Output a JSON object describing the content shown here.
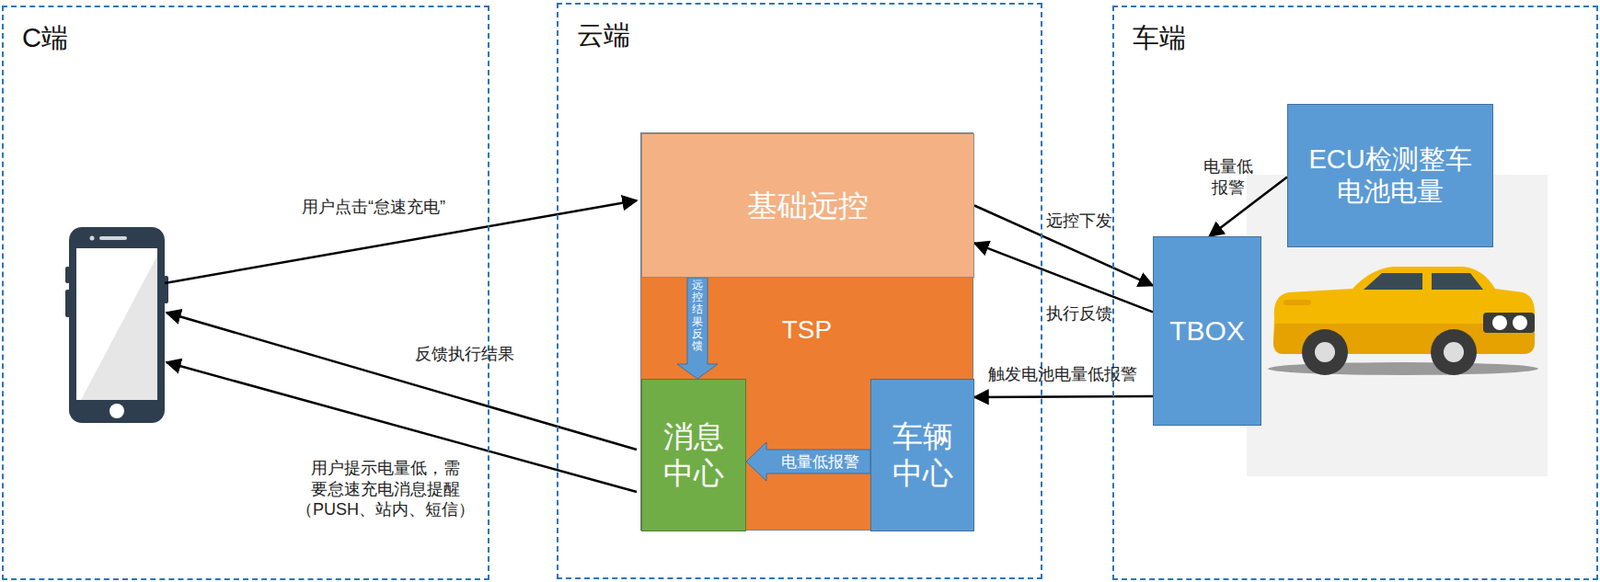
{
  "diagram": {
    "nodes": [
      {
        "text": [
          "C端"
        ]
      },
      {
        "text": [
          "云端"
        ]
      },
      {
        "text": [
          "TSP"
        ],
        "in": 1
      },
      {
        "text": [
          "基础远控"
        ],
        "in": 2
      },
      {
        "text": [
          "消息 中心"
        ],
        "in": 2
      },
      {
        "text": [
          "车辆 中心"
        ],
        "in": 2
      },
      {
        "text": [
          "车端"
        ]
      },
      {
        "text": [
          "TBOX"
        ],
        "in": 6
      },
      {
        "text": [
          "ECU检测整车 电池电量"
        ],
        "in": 6
      }
    ],
    "edges": [
      {
        "from": 3,
        "to": 7,
        "label": "远控下发",
        "arrow": "to"
      },
      {
        "from": 7,
        "to": 3,
        "label": "执行反馈",
        "arrow": "to"
      },
      {
        "from": 7,
        "to": 5,
        "label": "触发电池电量低报警",
        "arrow": "to"
      },
      {
        "from": 8,
        "to": 7,
        "label": "电量低 报警",
        "arrow": "to"
      },
      {
        "from": 5,
        "to": 4,
        "label": "电量低报警",
        "arrow": "to"
      },
      {
        "from": 3,
        "to": 4,
        "label": "远控结果反馈",
        "arrow": "to"
      }
    ],
    "labels": [
      "用户点击“怠速充电”",
      "反馈执行结果",
      "用户提示电量低，需 要怠速充电消息提醒 （PUSH、站内、短信）"
    ]
  }
}
